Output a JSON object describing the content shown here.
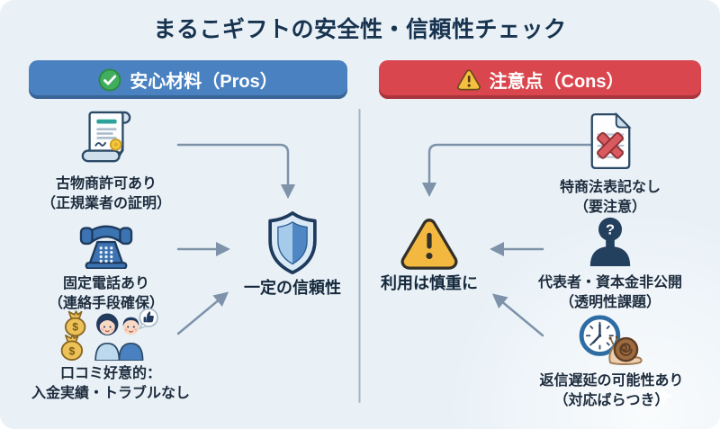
{
  "title": "まるこギフトの安全性・信頼性チェック",
  "pros": {
    "header_label": "安心材料（Pros）",
    "header_icon": "check-circle-icon",
    "items": [
      {
        "icon": "certificate-icon",
        "line1": "古物商許可あり",
        "line2": "（正規業者の証明）"
      },
      {
        "icon": "telephone-icon",
        "line1": "固定電話あり",
        "line2": "（連絡手段確保）"
      },
      {
        "icon": "reviews-people-icon",
        "line1": "口コミ好意的：",
        "line2": "入金実績・トラブルなし"
      }
    ],
    "conclusion_icon": "shield-icon",
    "conclusion": "一定の信頼性"
  },
  "cons": {
    "header_label": "注意点（Cons）",
    "header_icon": "warning-triangle-icon",
    "items": [
      {
        "icon": "document-x-icon",
        "line1": "特商法表記なし",
        "line2": "（要注意）"
      },
      {
        "icon": "anonymous-person-icon",
        "line1": "代表者・資本金非公開",
        "line2": "（透明性課題）"
      },
      {
        "icon": "clock-snail-icon",
        "line1": "返信遅延の可能性あり",
        "line2": "（対応ばらつき）"
      }
    ],
    "conclusion_icon": "warning-sign-icon",
    "conclusion": "利用は慎重に"
  },
  "colors": {
    "background": "#e9f1f7",
    "title_text": "#17334f",
    "pros_header_bg": "#4a81c1",
    "cons_header_bg": "#d9464e",
    "arrow": "#7e93aa",
    "label_text": "#1d2c3d",
    "shield_blue": "#4e87c4",
    "shield_light_blue": "#a6cbea",
    "warning_yellow": "#f3b840",
    "cross_red": "#d95b60",
    "check_green": "#41ae5e"
  }
}
